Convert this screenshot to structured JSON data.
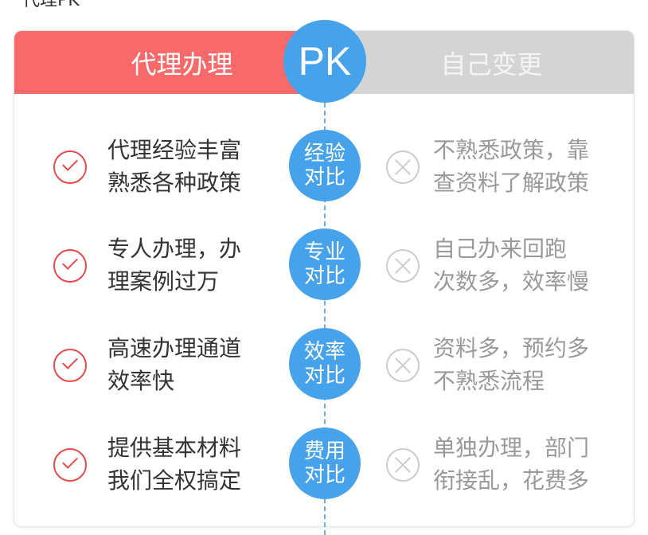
{
  "page_title": "代理PK",
  "header": {
    "left": "代理办理",
    "vs": "PK",
    "right": "自己变更"
  },
  "rows": [
    {
      "left": [
        "代理经验丰富",
        "熟悉各种政策"
      ],
      "badge": [
        "经验",
        "对比"
      ],
      "right": [
        "不熟悉政策，靠",
        "查资料了解政策"
      ]
    },
    {
      "left": [
        "专人办理，办",
        "理案例过万"
      ],
      "badge": [
        "专业",
        "对比"
      ],
      "right": [
        "自己办来回跑",
        "次数多，效率慢"
      ]
    },
    {
      "left": [
        "高速办理通道",
        "效率快"
      ],
      "badge": [
        "效率",
        "对比"
      ],
      "right": [
        "资料多，预约多",
        "不熟悉流程"
      ]
    },
    {
      "left": [
        "提供基本材料",
        "我们全权搞定"
      ],
      "badge": [
        "费用",
        "对比"
      ],
      "right": [
        "单独办理，部门",
        "衔接乱，花费多"
      ]
    }
  ],
  "colors": {
    "red": "#f76a69",
    "blue": "#47a2ec",
    "gray": "#d4d4d4"
  }
}
